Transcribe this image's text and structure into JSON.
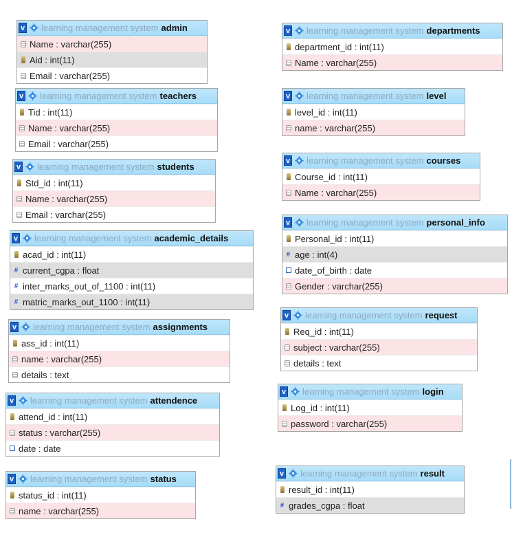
{
  "db_name": "learning management system",
  "v_label": "v",
  "tables": [
    {
      "id": "admin",
      "name": "admin",
      "cols": [
        {
          "text": "Name : varchar(255)",
          "icon": "text",
          "bg": "pink"
        },
        {
          "text": "Aid : int(11)",
          "icon": "key",
          "bg": "grey"
        },
        {
          "text": "Email : varchar(255)",
          "icon": "text",
          "bg": "white"
        }
      ]
    },
    {
      "id": "teachers",
      "name": "teachers",
      "cols": [
        {
          "text": "Tid : int(11)",
          "icon": "key",
          "bg": "white"
        },
        {
          "text": "Name : varchar(255)",
          "icon": "text",
          "bg": "pink"
        },
        {
          "text": "Email : varchar(255)",
          "icon": "text",
          "bg": "white"
        }
      ]
    },
    {
      "id": "students",
      "name": "students",
      "cols": [
        {
          "text": "Std_id : int(11)",
          "icon": "key",
          "bg": "white"
        },
        {
          "text": "Name : varchar(255)",
          "icon": "text",
          "bg": "pink"
        },
        {
          "text": "Email : varchar(255)",
          "icon": "text",
          "bg": "white"
        }
      ]
    },
    {
      "id": "academic_details",
      "name": "academic_details",
      "cols": [
        {
          "text": "acad_id : int(11)",
          "icon": "key",
          "bg": "white"
        },
        {
          "text": "current_cgpa : float",
          "icon": "num",
          "bg": "grey"
        },
        {
          "text": "inter_marks_out_of_1100 : int(11)",
          "icon": "num",
          "bg": "white"
        },
        {
          "text": "matric_marks_out_1100 : int(11)",
          "icon": "num",
          "bg": "grey"
        }
      ]
    },
    {
      "id": "assignments",
      "name": "assignments",
      "cols": [
        {
          "text": "ass_id : int(11)",
          "icon": "key",
          "bg": "white"
        },
        {
          "text": "name : varchar(255)",
          "icon": "text",
          "bg": "pink"
        },
        {
          "text": "details : text",
          "icon": "text",
          "bg": "white"
        }
      ]
    },
    {
      "id": "attendence",
      "name": "attendence",
      "cols": [
        {
          "text": "attend_id : int(11)",
          "icon": "key",
          "bg": "white"
        },
        {
          "text": "status : varchar(255)",
          "icon": "text",
          "bg": "pink"
        },
        {
          "text": "date : date",
          "icon": "date",
          "bg": "white"
        }
      ]
    },
    {
      "id": "status",
      "name": "status",
      "cols": [
        {
          "text": "status_id : int(11)",
          "icon": "key",
          "bg": "white"
        },
        {
          "text": "name : varchar(255)",
          "icon": "text",
          "bg": "pink"
        }
      ]
    },
    {
      "id": "departments",
      "name": "departments",
      "cols": [
        {
          "text": "department_id : int(11)",
          "icon": "key",
          "bg": "white"
        },
        {
          "text": "Name : varchar(255)",
          "icon": "text",
          "bg": "pink"
        }
      ]
    },
    {
      "id": "level",
      "name": "level",
      "cols": [
        {
          "text": "level_id : int(11)",
          "icon": "key",
          "bg": "white"
        },
        {
          "text": "name : varchar(255)",
          "icon": "text",
          "bg": "pink"
        }
      ]
    },
    {
      "id": "courses",
      "name": "courses",
      "cols": [
        {
          "text": "Course_id : int(11)",
          "icon": "key",
          "bg": "white"
        },
        {
          "text": "Name : varchar(255)",
          "icon": "text",
          "bg": "pink"
        }
      ]
    },
    {
      "id": "personal_info",
      "name": "personal_info",
      "cols": [
        {
          "text": "Personal_id : int(11)",
          "icon": "key",
          "bg": "white"
        },
        {
          "text": "age : int(4)",
          "icon": "num",
          "bg": "grey"
        },
        {
          "text": "date_of_birth : date",
          "icon": "date",
          "bg": "white"
        },
        {
          "text": "Gender : varchar(255)",
          "icon": "text",
          "bg": "pink"
        }
      ]
    },
    {
      "id": "request",
      "name": "request",
      "cols": [
        {
          "text": "Req_id : int(11)",
          "icon": "key",
          "bg": "white"
        },
        {
          "text": "subject : varchar(255)",
          "icon": "text",
          "bg": "pink"
        },
        {
          "text": "details : text",
          "icon": "text",
          "bg": "white"
        }
      ]
    },
    {
      "id": "login",
      "name": "login",
      "cols": [
        {
          "text": "Log_id : int(11)",
          "icon": "key",
          "bg": "white"
        },
        {
          "text": "password : varchar(255)",
          "icon": "text",
          "bg": "pink"
        }
      ]
    },
    {
      "id": "result",
      "name": "result",
      "cols": [
        {
          "text": "result_id : int(11)",
          "icon": "key",
          "bg": "white"
        },
        {
          "text": "grades_cgpa : float",
          "icon": "num",
          "bg": "grey"
        }
      ]
    }
  ]
}
